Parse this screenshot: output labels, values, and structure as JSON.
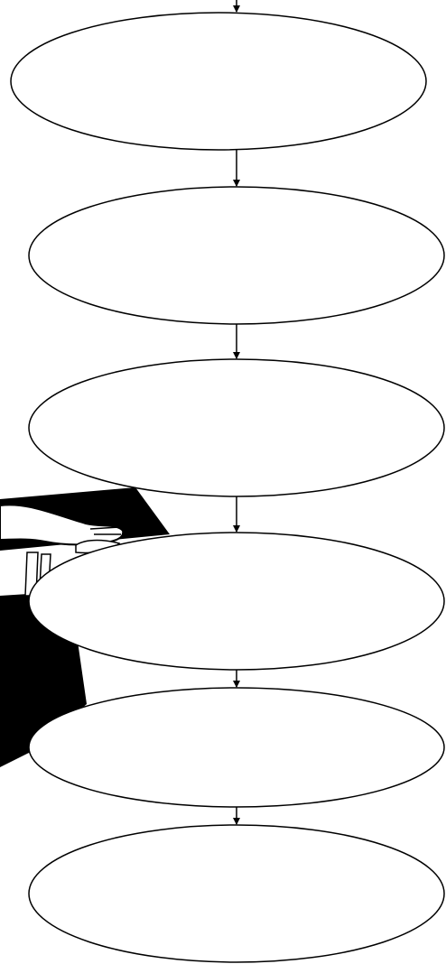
{
  "diagram": {
    "type": "flowchart",
    "direction": "top-to-bottom",
    "nodes": [
      {
        "shape": "ellipse",
        "label": ""
      },
      {
        "shape": "ellipse",
        "label": ""
      },
      {
        "shape": "ellipse",
        "label": ""
      },
      {
        "shape": "ellipse",
        "label": ""
      },
      {
        "shape": "ellipse",
        "label": ""
      },
      {
        "shape": "ellipse",
        "label": ""
      }
    ],
    "edges": [
      {
        "from": "top",
        "to": 0
      },
      {
        "from": 0,
        "to": 1
      },
      {
        "from": 1,
        "to": 2
      },
      {
        "from": 2,
        "to": 3
      },
      {
        "from": 3,
        "to": 4
      },
      {
        "from": 4,
        "to": 5
      }
    ],
    "background_illustration": "person-at-table",
    "colors": {
      "stroke": "#000000",
      "fill": "#ffffff",
      "illustration": "#000000"
    }
  }
}
